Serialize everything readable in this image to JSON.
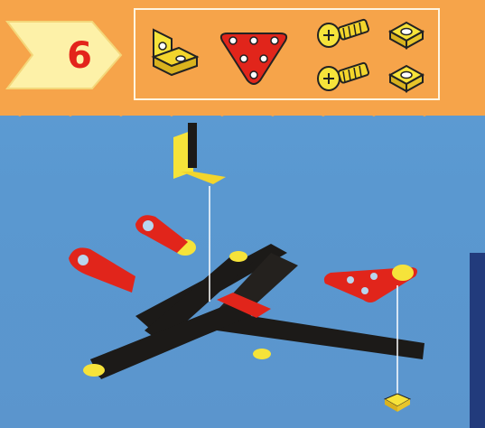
{
  "step": {
    "number": "6"
  },
  "colors": {
    "banner": "#f6a44a",
    "badge": "#fdf1a8",
    "step_number": "#e3241b",
    "background": "#5b9bd3",
    "part_red": "#e1251b",
    "part_yellow": "#f6e33a",
    "strip_black": "#1c1a18"
  },
  "parts": [
    {
      "name": "angle-bracket",
      "color": "yellow"
    },
    {
      "name": "triangle-plate",
      "color": "red"
    },
    {
      "name": "bolt",
      "color": "yellow"
    },
    {
      "name": "bolt",
      "color": "yellow"
    },
    {
      "name": "square-nut",
      "color": "yellow"
    },
    {
      "name": "square-nut",
      "color": "yellow"
    }
  ],
  "model": {
    "description_icon": "assembly-model-icon"
  }
}
